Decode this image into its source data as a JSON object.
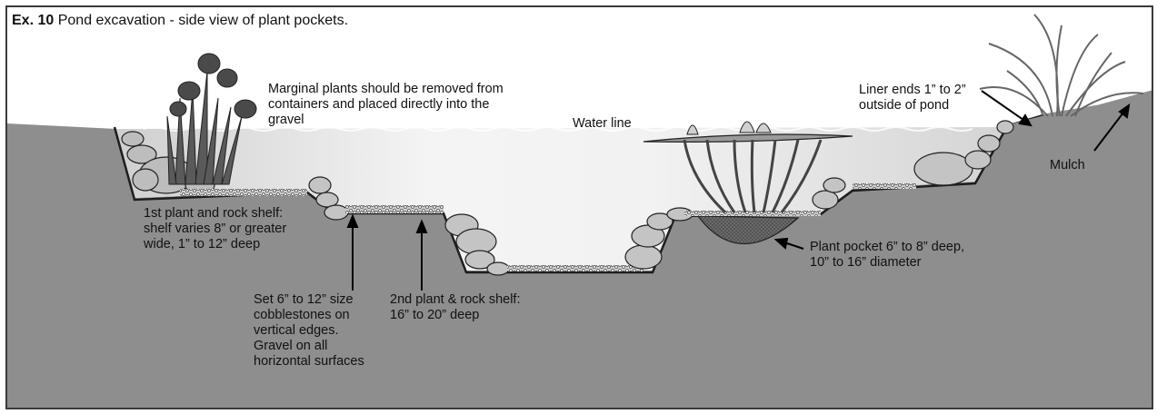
{
  "title": {
    "prefix": "Ex. 10",
    "text": "Pond excavation - side view of plant pockets."
  },
  "labels": {
    "marginal": "Marginal plants should be removed from\ncontainers and placed directly into the\ngravel",
    "water_line": "Water line",
    "liner_ends": "Liner ends 1” to 2”\noutside of pond",
    "mulch": "Mulch",
    "shelf1": "1st plant and rock shelf:\nshelf varies 8” or greater\nwide, 1” to 12” deep",
    "cobblestones": "Set 6” to 12” size\ncobblestones on\nvertical edges.\nGravel on all\nhorizontal surfaces",
    "shelf2": "2nd plant & rock shelf:\n16” to 20” deep",
    "plant_pocket": "Plant pocket 6” to 8” deep,\n10” to 16” diameter"
  },
  "colors": {
    "ground": "#8e8e8e",
    "water": "#e6e6e6",
    "rock": "#bdbdbd",
    "plant": "#555555",
    "outline": "#1e1e1e"
  }
}
